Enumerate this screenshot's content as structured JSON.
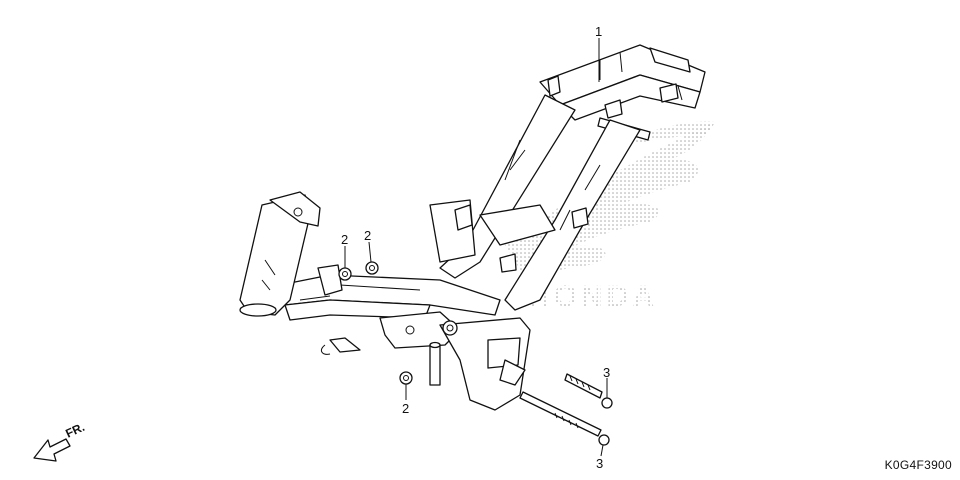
{
  "diagram": {
    "part_code": "K0G4F3900",
    "direction_label": "FR.",
    "watermark_text": "HONDA",
    "callouts": [
      {
        "id": "c1",
        "label": "1"
      },
      {
        "id": "c2a",
        "label": "2"
      },
      {
        "id": "c2b",
        "label": "2"
      },
      {
        "id": "c2c",
        "label": "2"
      },
      {
        "id": "c3a",
        "label": "3"
      },
      {
        "id": "c3b",
        "label": "3"
      }
    ]
  }
}
